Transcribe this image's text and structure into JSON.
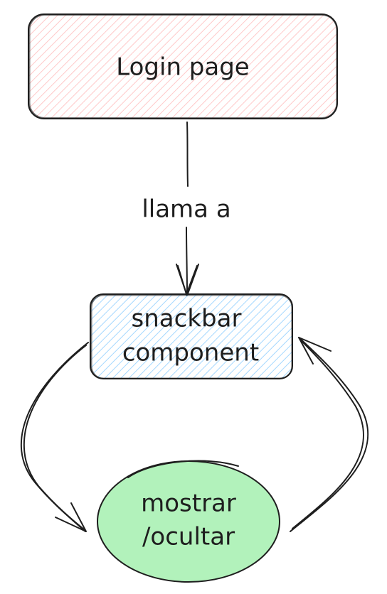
{
  "nodes": {
    "login_page": {
      "label": "Login page",
      "fill": "#ffc9c9"
    },
    "snackbar": {
      "line1": "snackbar",
      "line2": "component",
      "fill": "#a5d8ff"
    },
    "toggle": {
      "line1": "mostrar",
      "line2": "/ocultar",
      "fill": "#b2f2bb"
    }
  },
  "edges": {
    "login_to_snackbar": {
      "label": "llama a"
    }
  },
  "colors": {
    "stroke": "#1e1e1e",
    "background": "#ffffff"
  }
}
